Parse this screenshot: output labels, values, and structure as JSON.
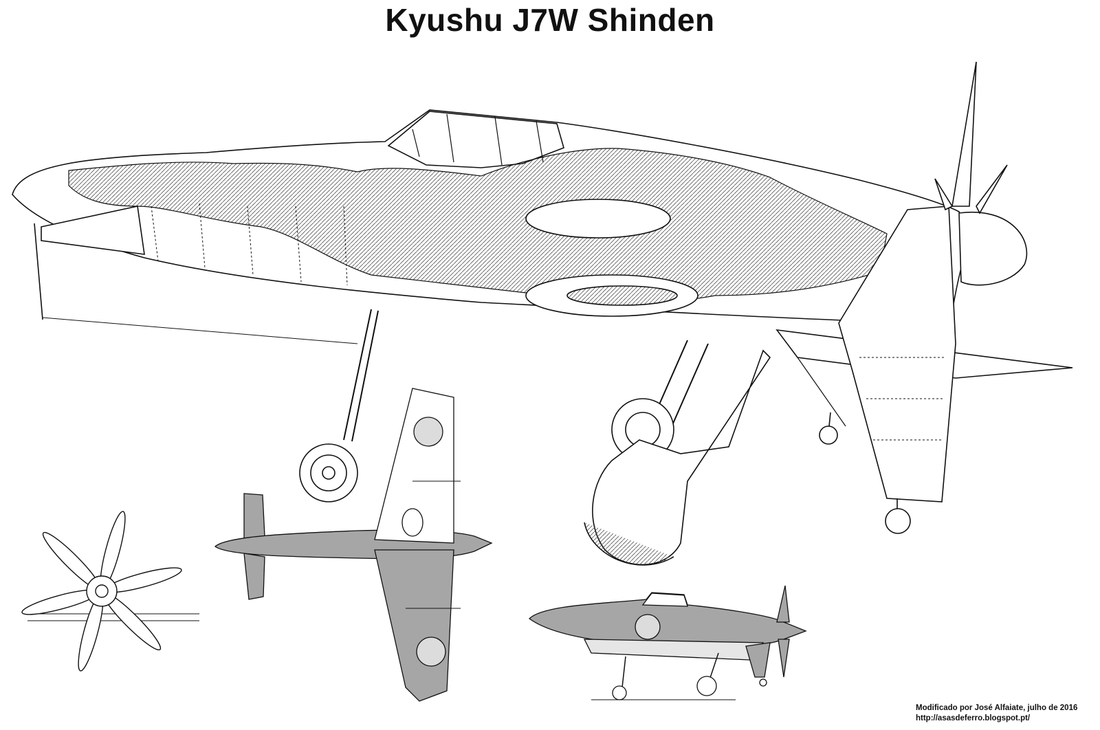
{
  "title": "Kyushu J7W Shinden",
  "credit": {
    "line": "Modificado por José Alfaiate, julho de 2016",
    "url": "http://asasdeferro.blogspot.pt/"
  },
  "colors": {
    "ink": "#111111",
    "paper": "#ffffff",
    "camo_gray": "#a6a6a6",
    "hinomaru_gray": "#dcdcdc"
  },
  "icons": [
    "cutaway-aircraft",
    "propeller-front-view",
    "aircraft-top-view",
    "aircraft-side-profile"
  ]
}
